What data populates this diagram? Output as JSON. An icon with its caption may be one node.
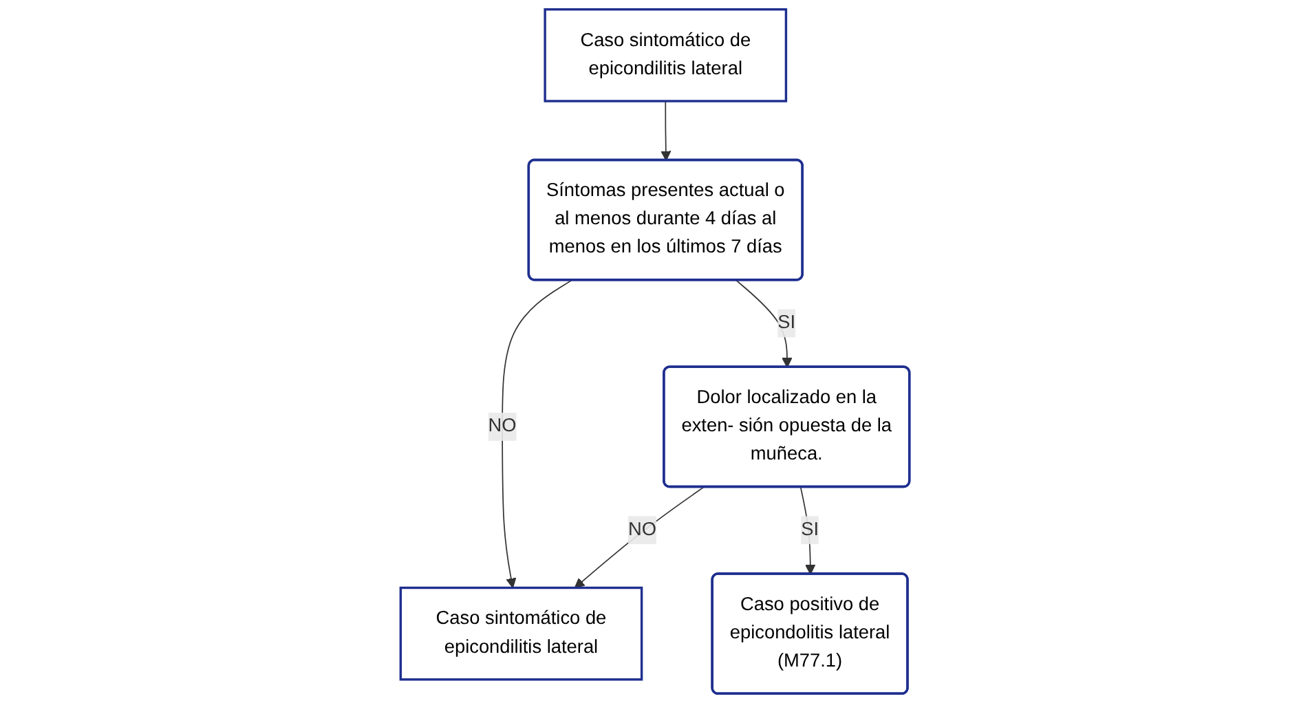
{
  "diagram": {
    "nodes": [
      {
        "text": [
          "Caso sintomático de epicondilitis lateral"
        ]
      },
      {
        "text": [
          "Síntomas presentes actual o al menos durante 4 días al menos en los últimos 7 días"
        ]
      },
      {
        "text": [
          "Caso sintomático de epicondilitis lateral"
        ]
      },
      {
        "text": [
          "Dolor localizado en la exten- sión opuesta de la muñeca."
        ]
      },
      {
        "text": [
          "Caso positivo de epicondolitis lateral (M77.1)"
        ]
      }
    ],
    "edges": [
      {
        "from": 0,
        "to": 1,
        "arrow": "to"
      },
      {
        "from": 1,
        "to": 2,
        "arrow": "to",
        "label": "NO"
      },
      {
        "from": 1,
        "to": 3,
        "arrow": "to",
        "label": "SI"
      },
      {
        "from": 3,
        "to": 2,
        "arrow": "to",
        "label": "NO"
      },
      {
        "from": 3,
        "to": 4,
        "arrow": "to",
        "label": "SI"
      }
    ]
  }
}
